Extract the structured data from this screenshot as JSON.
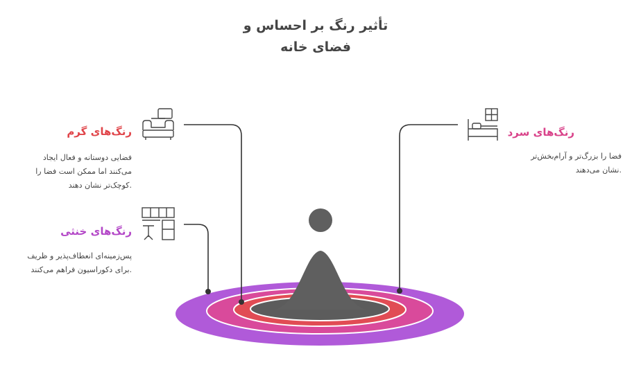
{
  "title": {
    "line1": "تأثیر رنگ بر احساس و",
    "line2": "فضای خانه"
  },
  "items": {
    "warm": {
      "heading": "رنگ‌های گرم",
      "color": "#e0454a",
      "desc": [
        "فضایی دوستانه و فعال ایجاد",
        "می‌کنند اما ممکن است فضا را",
        ".کوچک‌تر نشان دهند"
      ],
      "icon": "sofa-icon"
    },
    "neutral": {
      "heading": "رنگ‌های خنثی",
      "color": "#b347c7",
      "desc": [
        "پس‌زمینه‌ای انعطاف‌پذیر و ظریف",
        ".برای دکوراسیون فراهم می‌کنند"
      ],
      "icon": "kitchen-icon"
    },
    "cool": {
      "heading": "رنگ‌های سرد",
      "color": "#d9438a",
      "desc": [
        "فضا را بزرگ‌تر و آرام‌بخش‌تر",
        ".نشان می‌دهند"
      ],
      "icon": "bed-icon"
    }
  },
  "colors": {
    "ring_outer": "#b05ad9",
    "ring_mid": "#d94a9b",
    "ring_inner": "#e14c54",
    "center": "#5f5f5f",
    "line": "#333333"
  }
}
